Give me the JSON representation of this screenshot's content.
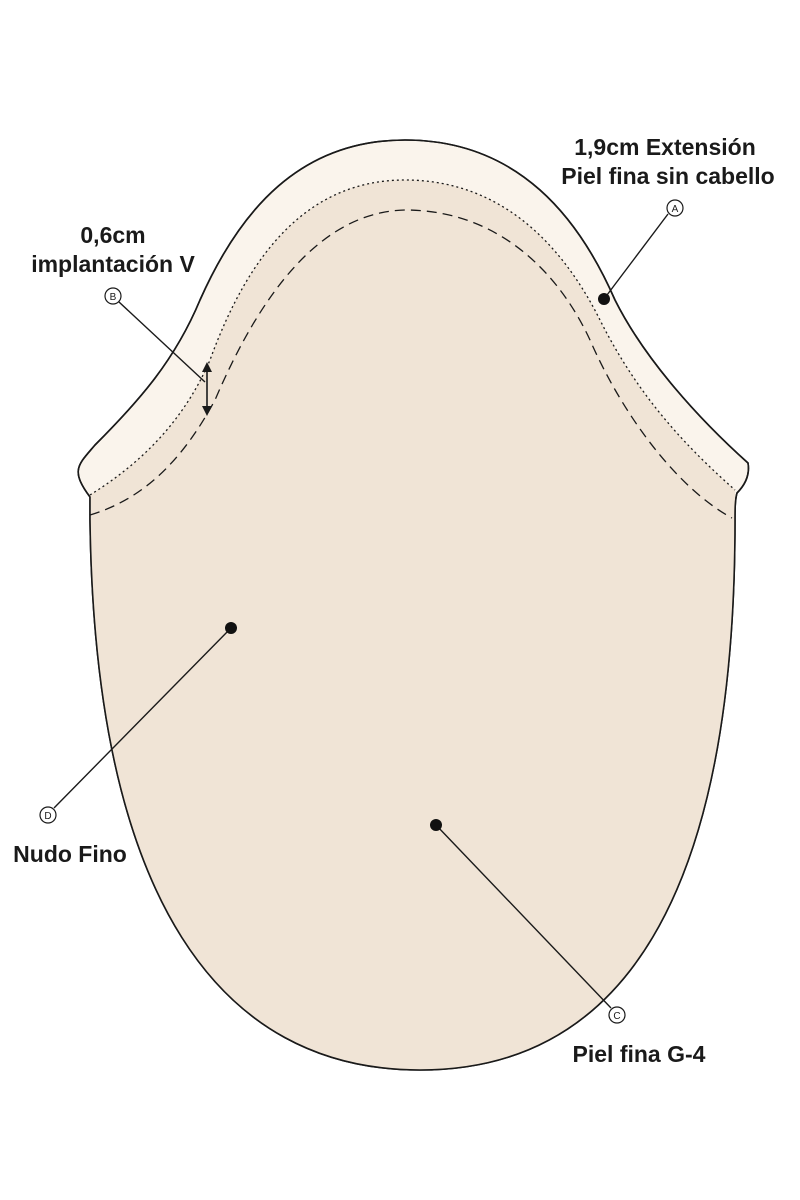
{
  "labels": {
    "A": {
      "letter": "A",
      "line1": "1,9cm Extensión",
      "line2": "Piel fina sin cabello"
    },
    "B": {
      "letter": "B",
      "line1": "0,6cm",
      "line2": "implantación V"
    },
    "C": {
      "letter": "C",
      "text": "Piel fina G-4"
    },
    "D": {
      "letter": "D",
      "text": "Nudo Fino"
    }
  },
  "colors": {
    "base_fill": "#f0e4d6",
    "extension_fill": "#faf4ec",
    "outline": "#1a1a1a"
  }
}
